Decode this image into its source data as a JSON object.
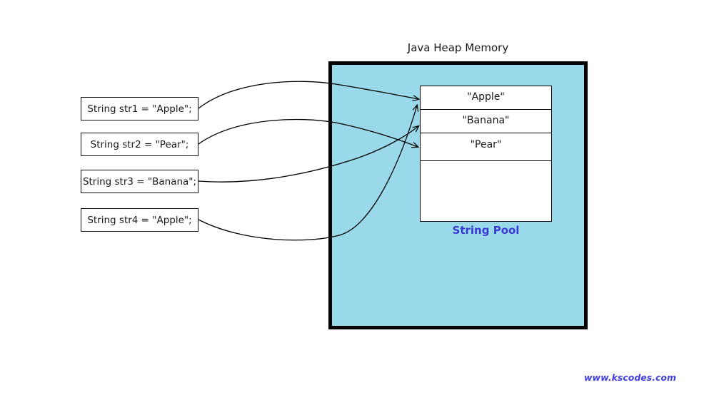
{
  "diagram": {
    "title": "Java Heap Memory",
    "heap": {
      "label": "Java Heap Memory",
      "background_color": "#99d9ea",
      "border_color": "#000000"
    },
    "string_pool": {
      "label": "String Pool",
      "label_color": "#3b3bd4",
      "entries": [
        {
          "value": "\"Apple\""
        },
        {
          "value": "\"Banana\""
        },
        {
          "value": "\"Pear\""
        },
        {
          "value": ""
        }
      ]
    },
    "statements": [
      {
        "code": "String str1 = \"Apple\";",
        "target": "\"Apple\""
      },
      {
        "code": "String str2 = \"Pear\";",
        "target": "\"Pear\""
      },
      {
        "code": "String str3 = \"Banana\";",
        "target": "\"Banana\""
      },
      {
        "code": "String str4 = \"Apple\";",
        "target": "\"Apple\""
      }
    ],
    "watermark": "www.kscodes.com"
  }
}
